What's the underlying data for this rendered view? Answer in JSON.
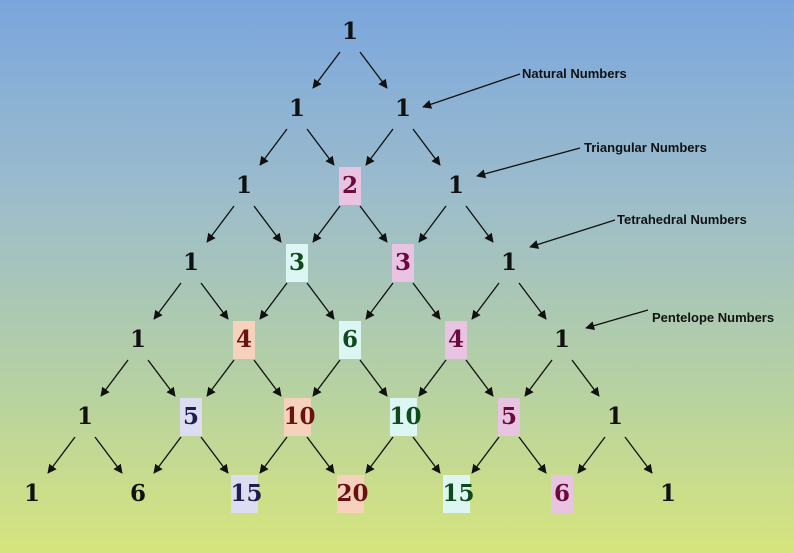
{
  "rows": [
    [
      "1"
    ],
    [
      "1",
      "1"
    ],
    [
      "1",
      "2",
      "1"
    ],
    [
      "1",
      "3",
      "3",
      "1"
    ],
    [
      "1",
      "4",
      "6",
      "4",
      "1"
    ],
    [
      "1",
      "5",
      "10",
      "10",
      "5",
      "1"
    ],
    [
      "1",
      "6",
      "15",
      "20",
      "15",
      "6",
      "1"
    ]
  ],
  "labels": {
    "natural": "Natural Numbers",
    "triangular": "Triangular Numbers",
    "tetrahedral": "Tetrahedral Numbers",
    "pentelope": "Pentelope Numbers"
  },
  "colors": {
    "diag1_box": "#e9c3e2",
    "diag1_text": "#6a0a3c",
    "diag2_box": "#dcf6f4",
    "diag2_text": "#0f4a1a",
    "diag3_box": "#f6d2bd",
    "diag3_text": "#6a1212",
    "diag4_box": "#dcdcf2",
    "diag4_text": "#1e1e4e",
    "plain_text": "#111111"
  }
}
